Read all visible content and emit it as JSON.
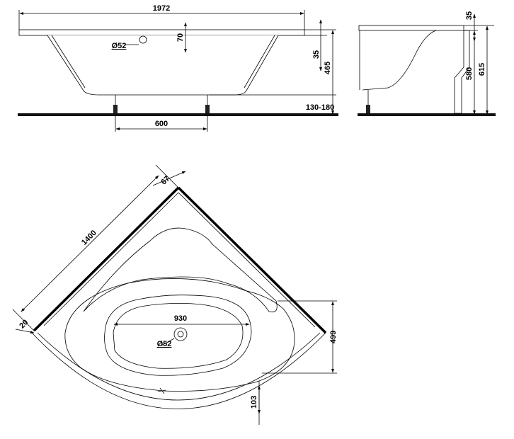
{
  "front_view": {
    "width_label": "1972",
    "rim_depth_label": "70",
    "drain_diameter_label": "Ø52",
    "rim_thickness_label": "35",
    "total_height_label": "465",
    "leg_height_label": "130-180",
    "leg_spacing_label": "600"
  },
  "side_view": {
    "rim_thickness_label": "35",
    "panel_height_label": "580",
    "total_height_label": "615"
  },
  "plan_view": {
    "side_length_label": "1400",
    "corner_rim_label": "67",
    "edge_rim_label": "20",
    "inner_length_label": "930",
    "drain_diameter_label": "Ø52",
    "front_depth_label": "499",
    "front_rim_label": "103"
  },
  "colors": {
    "line": "#000000",
    "floor": "#111111",
    "background": "#ffffff"
  }
}
